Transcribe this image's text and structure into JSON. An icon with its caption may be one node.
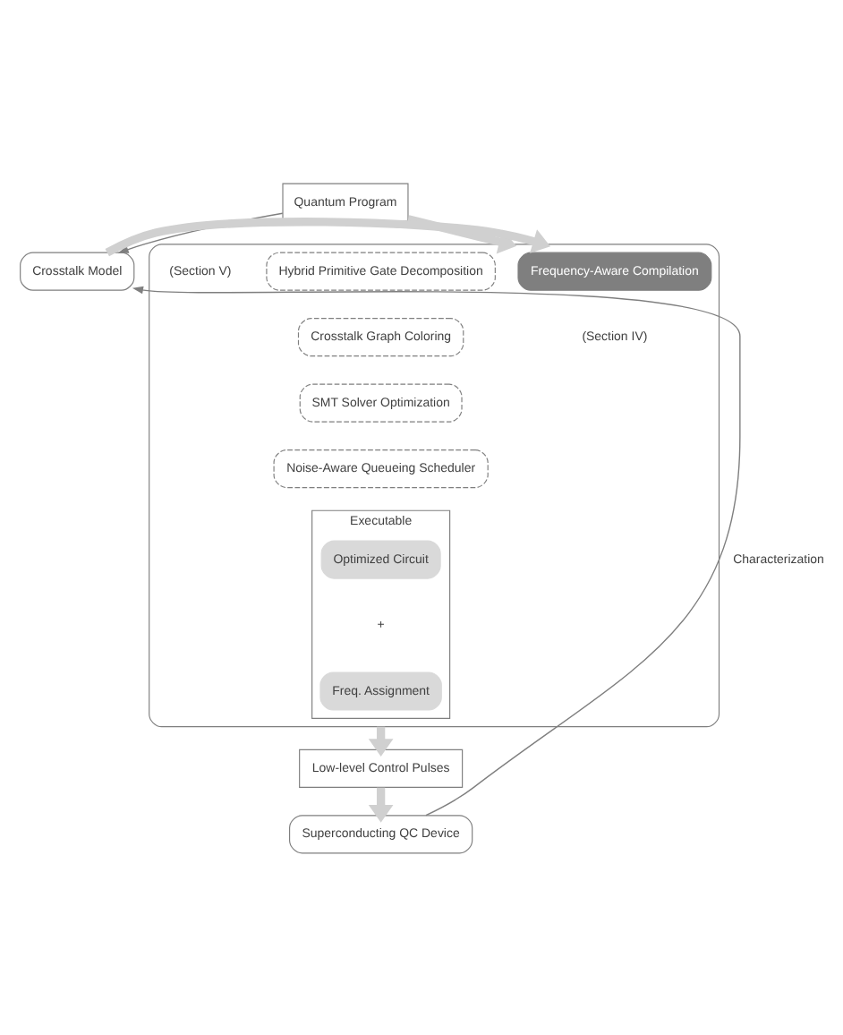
{
  "diagram": {
    "nodes": [
      {
        "text": [
          "Quantum Program"
        ]
      },
      {
        "text": [],
        "shape": "box"
      },
      {
        "text": [
          "Frequency-Aware Compilation"
        ],
        "in": 1,
        "beside": [
          "(Section IV)"
        ]
      },
      {
        "text": [
          "Hybrid Primitive Gate Decomposition"
        ],
        "in": 1
      },
      {
        "text": [
          "Crosstalk Graph Coloring"
        ],
        "in": 1
      },
      {
        "text": [
          "SMT Solver Optimization"
        ],
        "in": 1
      },
      {
        "text": [
          "Noise-Aware Queueing Scheduler"
        ],
        "in": 1
      },
      {
        "text": [
          "Executable"
        ],
        "in": 1
      },
      {
        "text": [
          "Optimized Circuit"
        ],
        "in": 7
      },
      {
        "text": [
          "Freq. Assignment"
        ],
        "in": 7
      },
      {
        "text": [
          "Crosstalk Model"
        ]
      },
      {
        "text": [
          "Low-level Control Pulses"
        ]
      },
      {
        "text": [
          "Superconducting QC Device"
        ]
      }
    ],
    "edges": [
      {
        "from": 0,
        "to": 1,
        "arrow": "to"
      },
      {
        "from": 10,
        "to": 1,
        "arrow": "to"
      },
      {
        "from": 1,
        "to": 11,
        "arrow": "to"
      },
      {
        "from": 11,
        "to": 12,
        "arrow": "to"
      },
      {
        "from": 0,
        "to": 10,
        "arrow": "to",
        "color": "#7f7f7f"
      },
      {
        "from": 12,
        "to": 10,
        "arrow": "to",
        "label": "Characterization",
        "color": "#7f7f7f"
      }
    ],
    "labels": [
      "(Section V)",
      "+"
    ]
  }
}
